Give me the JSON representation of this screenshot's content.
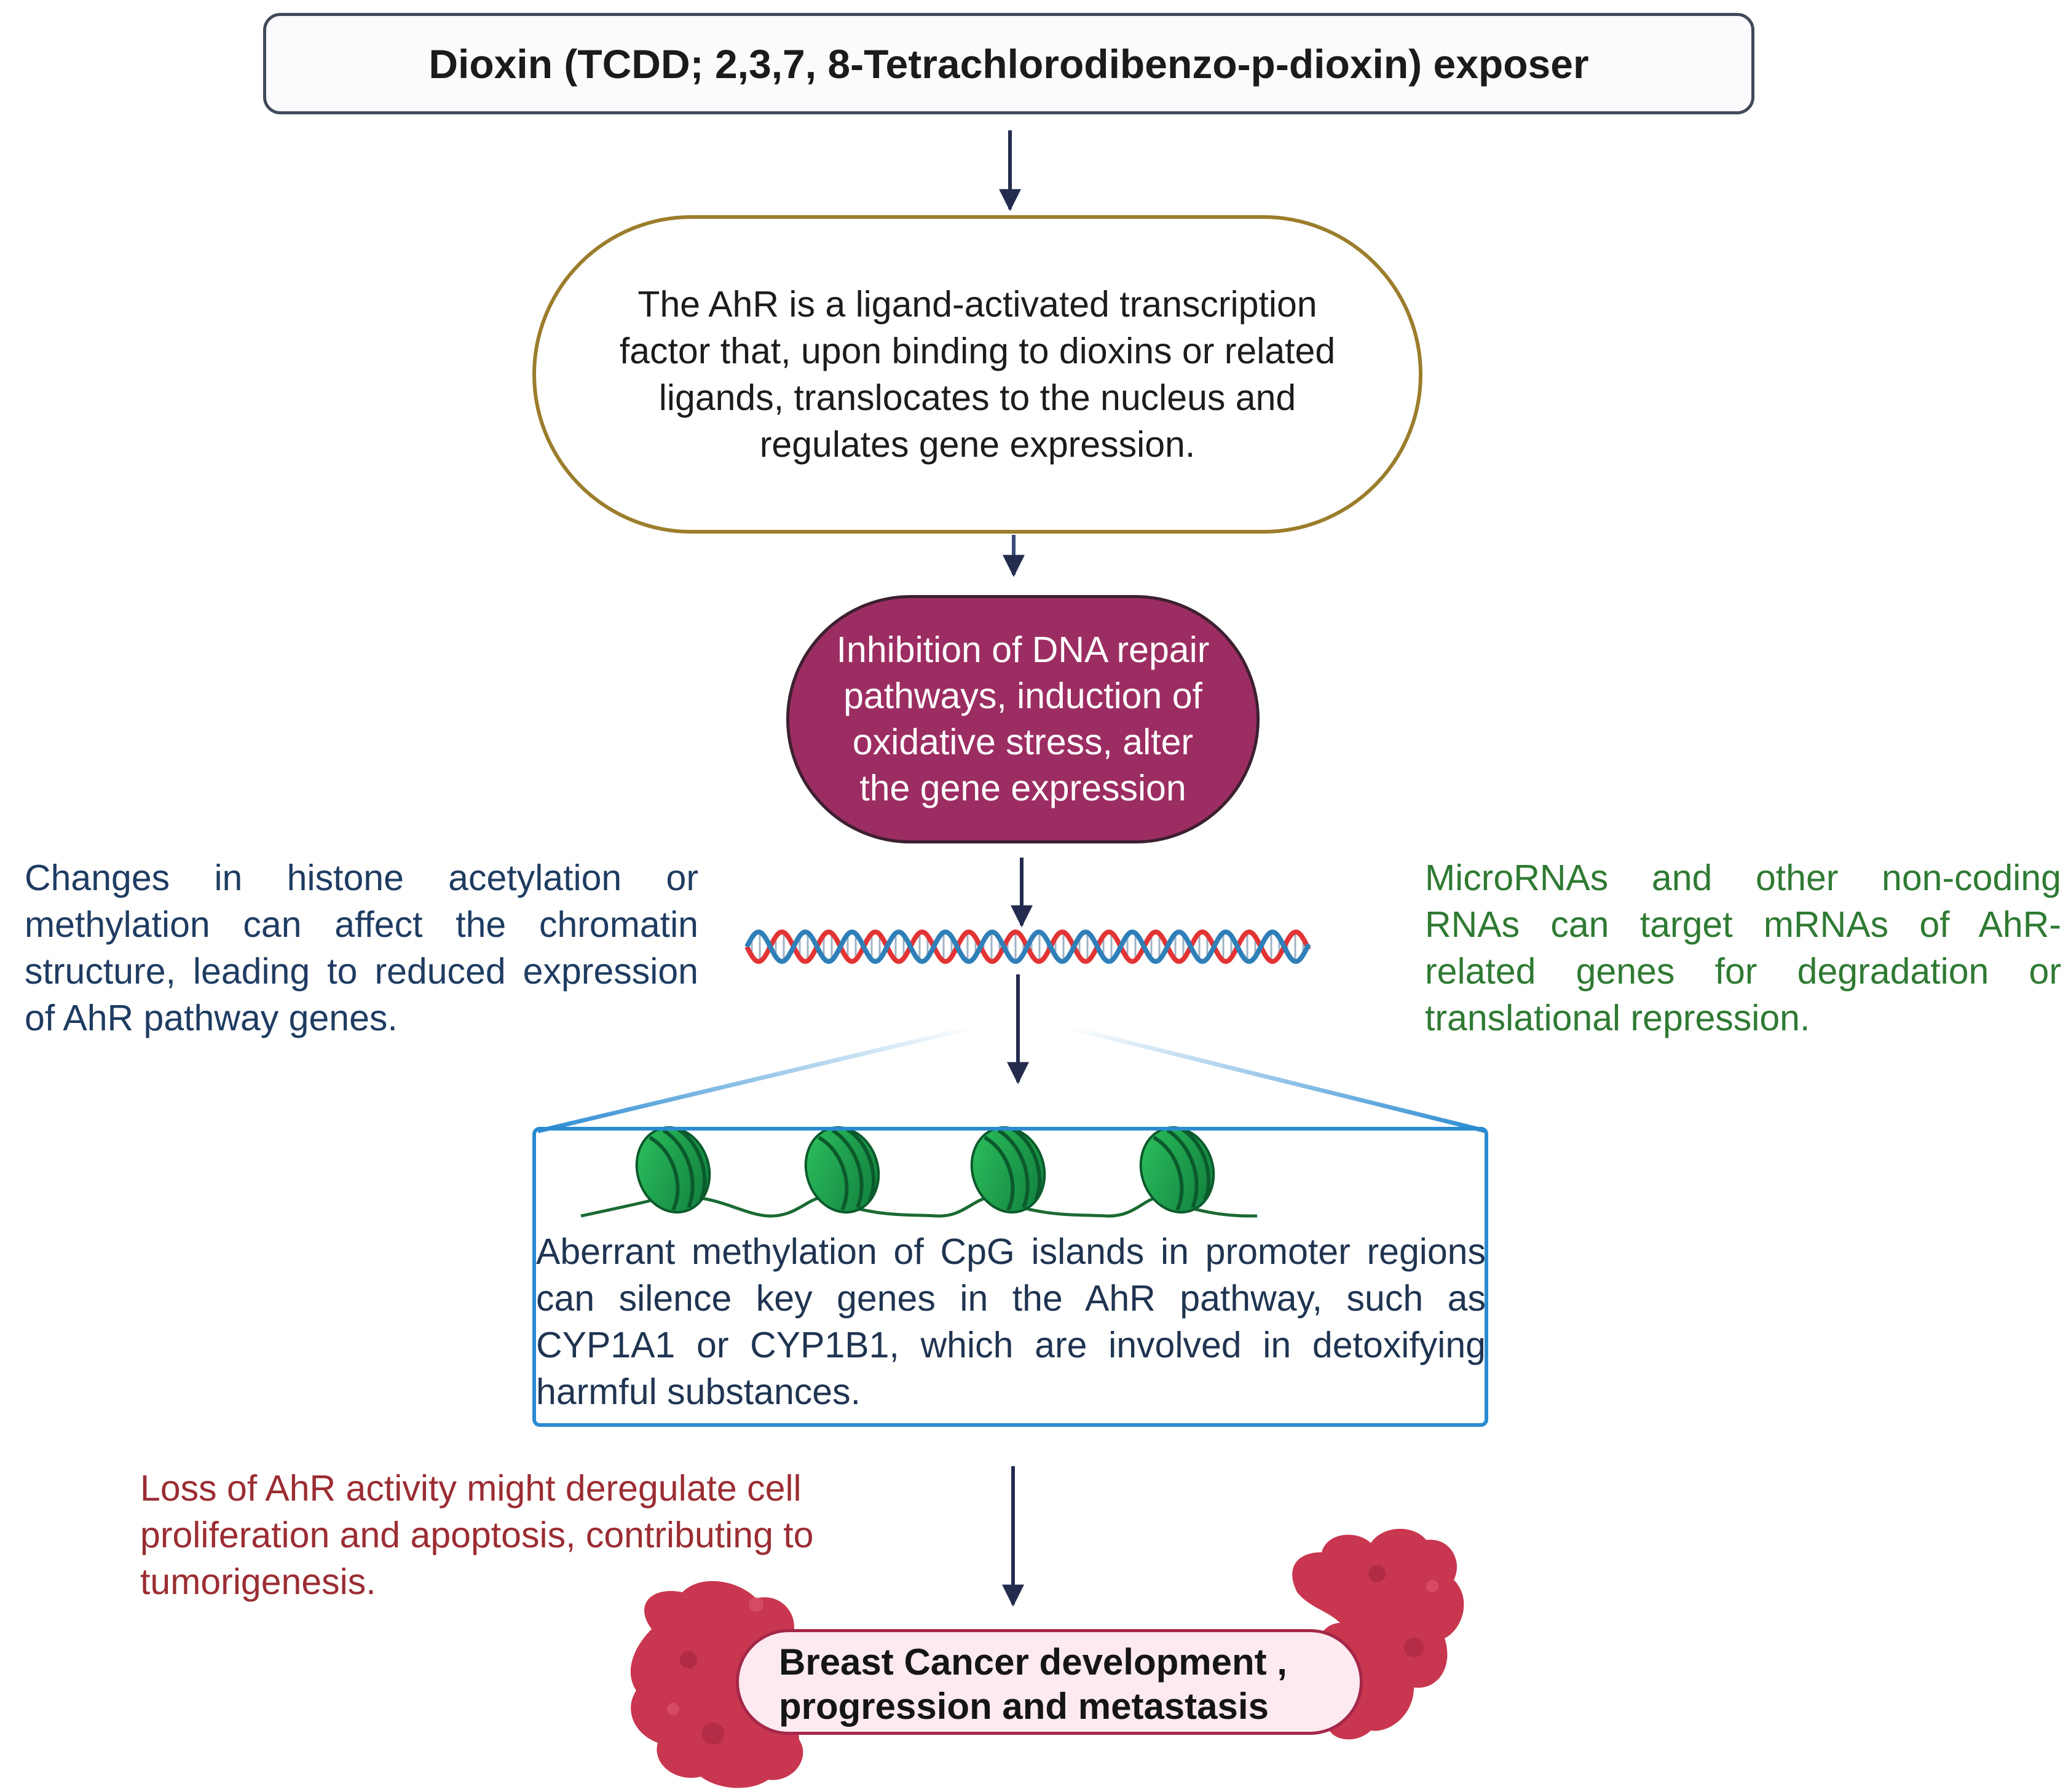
{
  "diagram": {
    "title": "Dioxin (TCDD; 2,3,7, 8-Tetrachlorodibenzo-p-dioxin) exposer",
    "ahr_node": "The AhR is a ligand-activated transcription factor that, upon binding to dioxins or related ligands, translocates to the nucleus and regulates gene expression.",
    "inhibition_node": "Inhibition of DNA repair pathways, induction of oxidative stress, alter the gene expression",
    "histone_note": "Changes in histone acetylation or methylation can affect the chromatin structure, leading to reduced expression of AhR pathway genes.",
    "microrna_note": "MicroRNAs and other non-coding RNAs can target mRNAs of AhR-related genes for degradation or translational repression.",
    "cpg_note": "Aberrant methylation of CpG islands in promoter regions can silence key genes in the AhR pathway, such as CYP1A1 or CYP1B1, which are involved in detoxifying harmful substances.",
    "loss_note": "Loss of AhR activity might deregulate cell proliferation and apoptosis, contributing to tumorigenesis.",
    "outcome_line1": "Breast  Cancer  development ,",
    "outcome_line2": "progression and metastasis"
  },
  "colors": {
    "ahr_border": "#9b7d2c",
    "inhibition_fill": "#9c2d62",
    "histone_text": "#1f3c62",
    "microrna_text": "#2f7a33",
    "cpg_border": "#2a8bd1",
    "loss_text": "#9b2d33",
    "tumor": "#c8364f",
    "nucleosome": "#16a04c",
    "dna_red": "#e23434",
    "dna_blue": "#2f7fb8"
  },
  "icons": [
    "arrow-down-icon",
    "dna-helix-icon",
    "nucleosome-icon",
    "tumor-icon"
  ]
}
